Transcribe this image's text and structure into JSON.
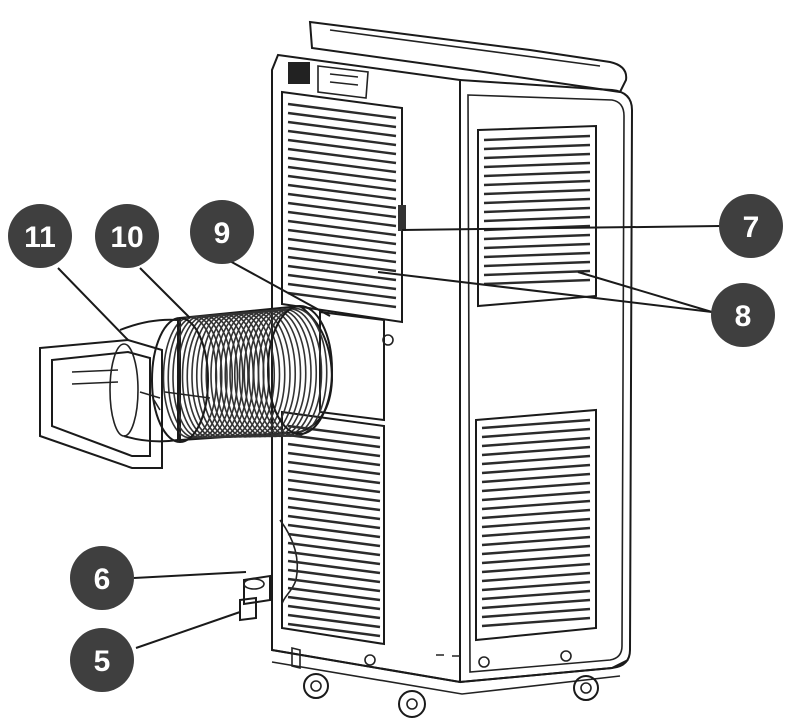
{
  "callouts": [
    {
      "id": "11",
      "text": "11",
      "fill": "#3f3f3f"
    },
    {
      "id": "10",
      "text": "10",
      "fill": "#3f3f3f"
    },
    {
      "id": "9",
      "text": "9",
      "fill": "#3f3f3f"
    },
    {
      "id": "7",
      "text": "7",
      "fill": "#3f3f3f"
    },
    {
      "id": "8",
      "text": "8",
      "fill": "#3f3f3f"
    },
    {
      "id": "6",
      "text": "6",
      "fill": "#3f3f3f"
    },
    {
      "id": "5",
      "text": "5",
      "fill": "#3f3f3f"
    }
  ],
  "colors": {
    "line": "#1a1a1a",
    "badge": "#3f3f3f",
    "background": "#ffffff"
  },
  "illustration": "portable-air-conditioner-rear-view"
}
